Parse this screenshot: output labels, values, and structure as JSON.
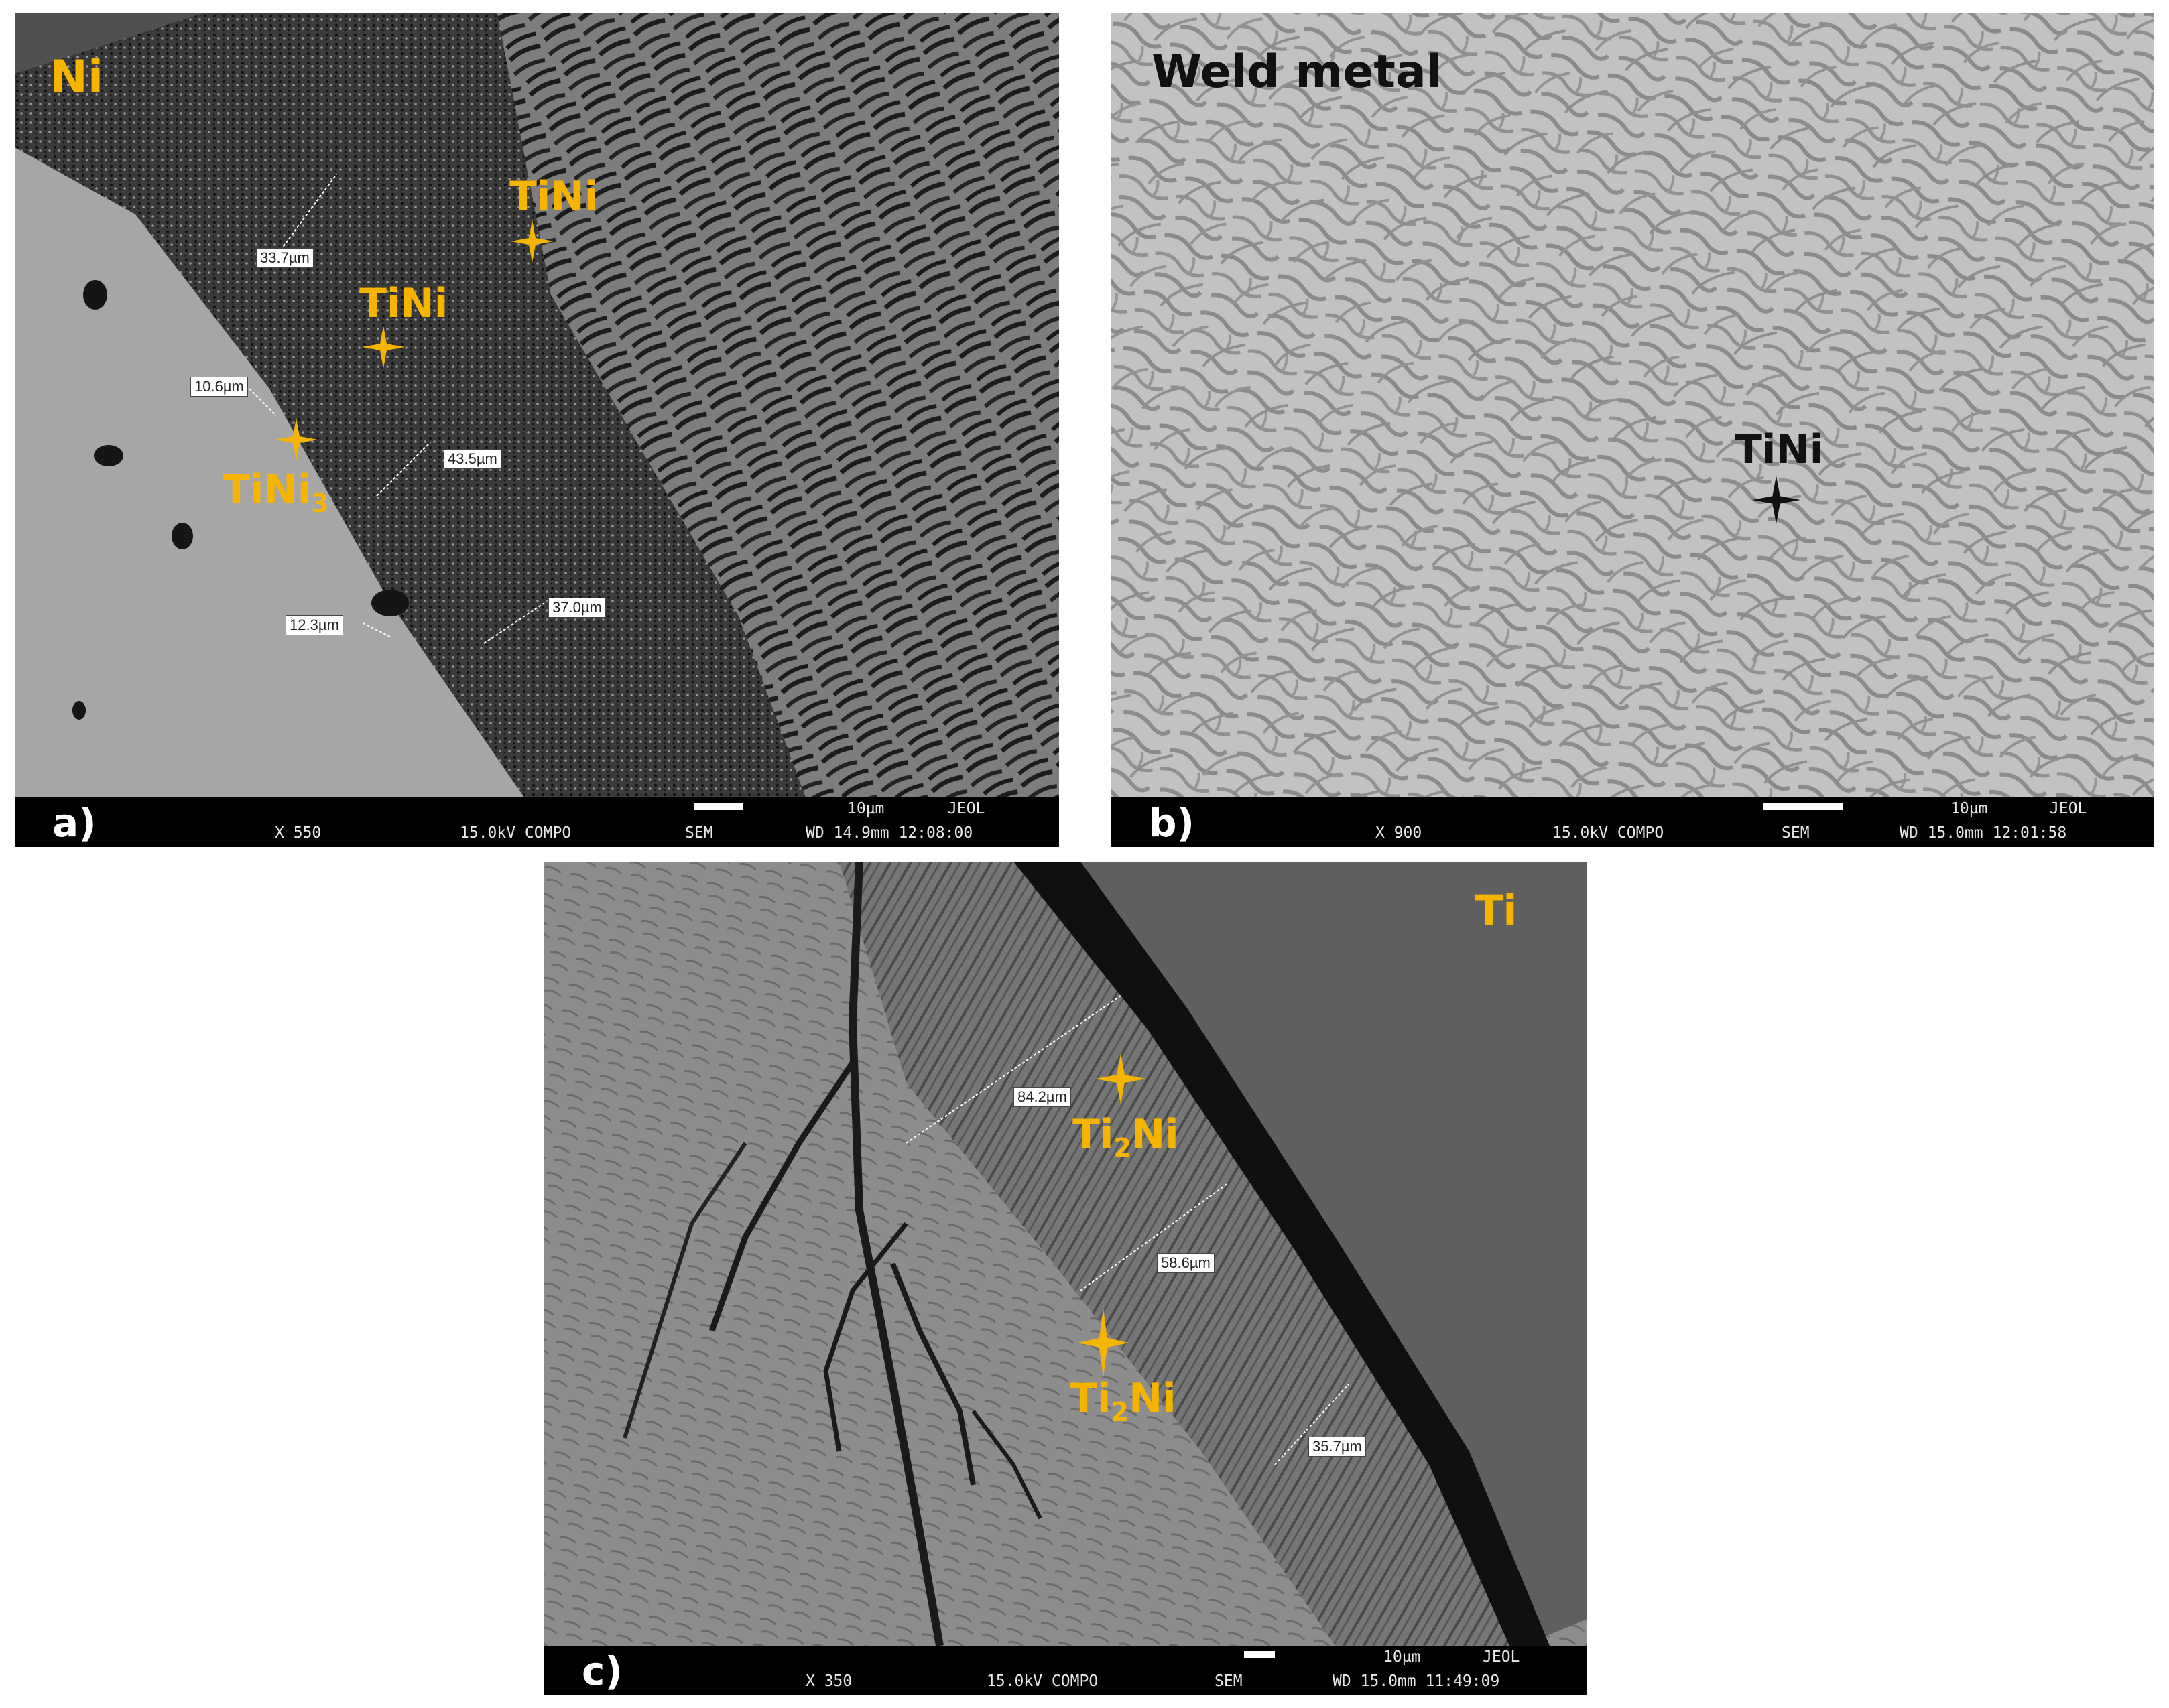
{
  "colors": {
    "phase_label": "#f5b400",
    "dark_label": "#111111",
    "info_bar": "#000000"
  },
  "panel_a": {
    "region": "Ni",
    "letter": "a)",
    "phases": [
      "TiNi",
      "TiNi",
      "TiNi",
      "3"
    ],
    "measurements": [
      "33.7µm",
      "10.6µm",
      "43.5µm",
      "12.3µm",
      "37.0µm"
    ],
    "info": {
      "scale": "10µm",
      "brand": "JEOL",
      "mag": "X 550",
      "mode": "15.0kV COMPO",
      "type": "SEM",
      "wd": "WD 14.9mm 12:08:00"
    }
  },
  "panel_b": {
    "region": "Weld metal",
    "letter": "b)",
    "phases": [
      "TiNi"
    ],
    "info": {
      "scale": "10µm",
      "brand": "JEOL",
      "mag": "X 900",
      "mode": "15.0kV COMPO",
      "type": "SEM",
      "wd": "WD 15.0mm 12:01:58"
    }
  },
  "panel_c": {
    "region": "Ti",
    "letter": "c)",
    "phases": [
      "Ti",
      "2",
      "Ni",
      "Ti",
      "2",
      "Ni"
    ],
    "measurements": [
      "84.2µm",
      "58.6µm",
      "35.7µm"
    ],
    "info": {
      "scale": "10µm",
      "brand": "JEOL",
      "mag": "X 350",
      "mode": "15.0kV COMPO",
      "type": "SEM",
      "wd": "WD 15.0mm 11:49:09"
    }
  }
}
